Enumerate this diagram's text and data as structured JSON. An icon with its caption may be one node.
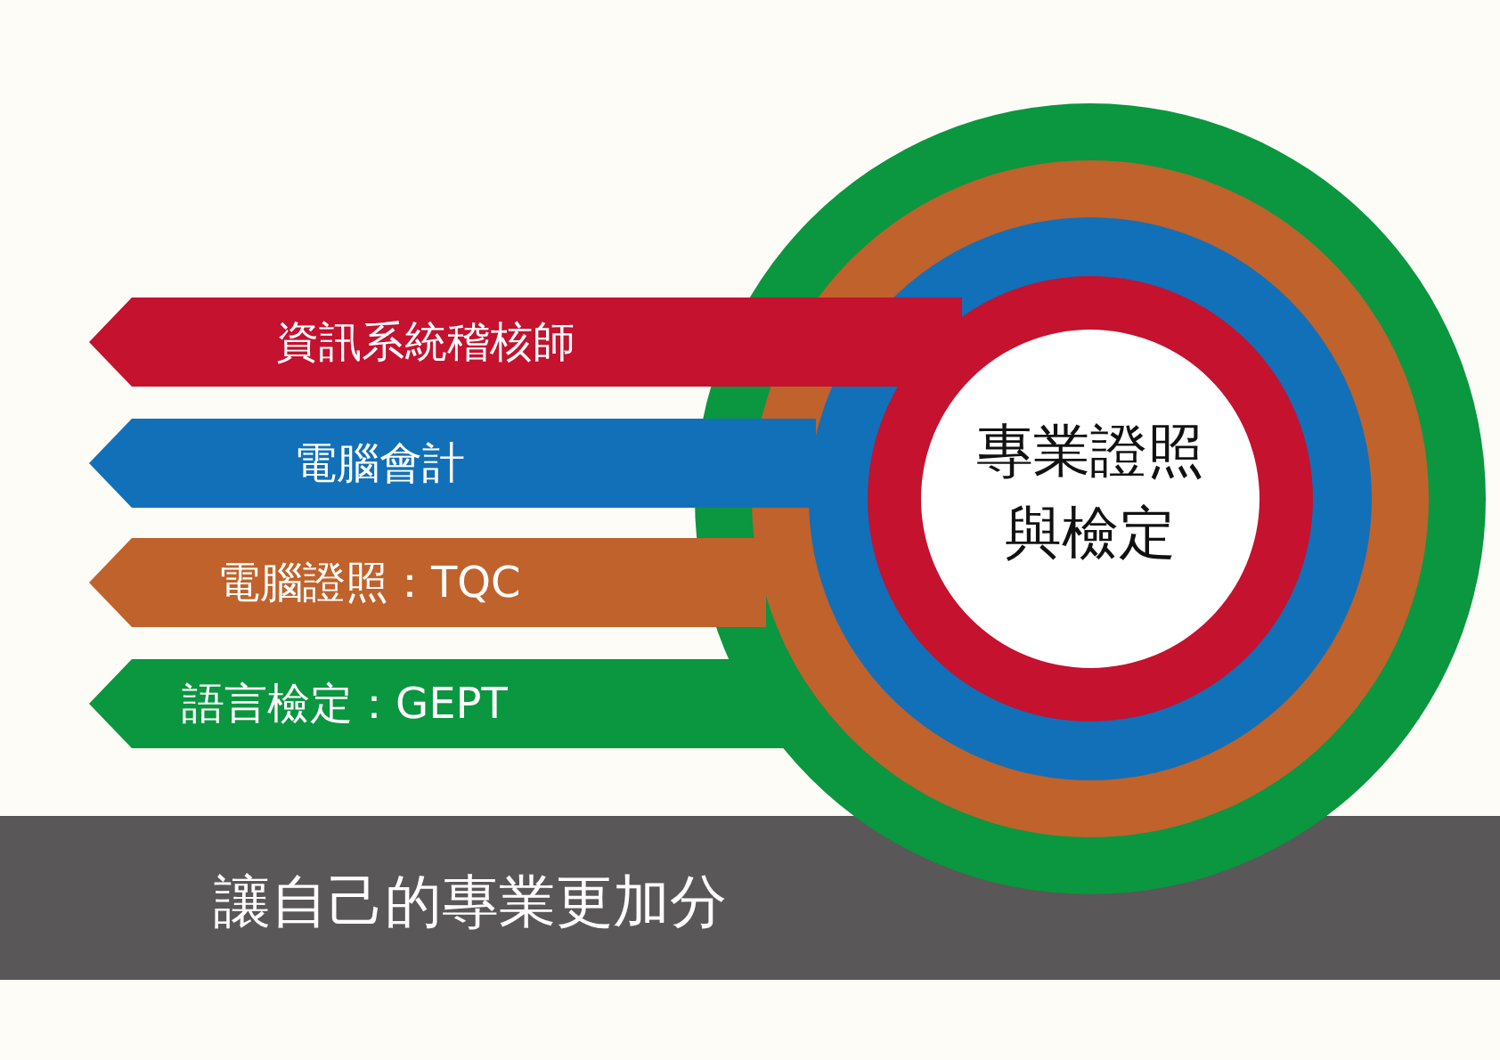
{
  "diagram": {
    "nodes": [
      {
        "text": [],
        "shape": "circle"
      },
      {
        "text": [],
        "shape": "circle",
        "in": 0
      },
      {
        "text": [],
        "shape": "circle",
        "in": 1
      },
      {
        "text": [],
        "shape": "circle",
        "in": 2
      },
      {
        "text": [
          "專業證照與檢定"
        ],
        "in": 3
      },
      {
        "text": [
          "資訊系統稽核師"
        ]
      },
      {
        "text": [
          "電腦會計"
        ]
      },
      {
        "text": [
          "電腦證照：TQC"
        ]
      },
      {
        "text": [
          "語言檢定：GEPT"
        ]
      },
      {
        "text": [
          "讓自己的專業更加分"
        ]
      }
    ]
  }
}
